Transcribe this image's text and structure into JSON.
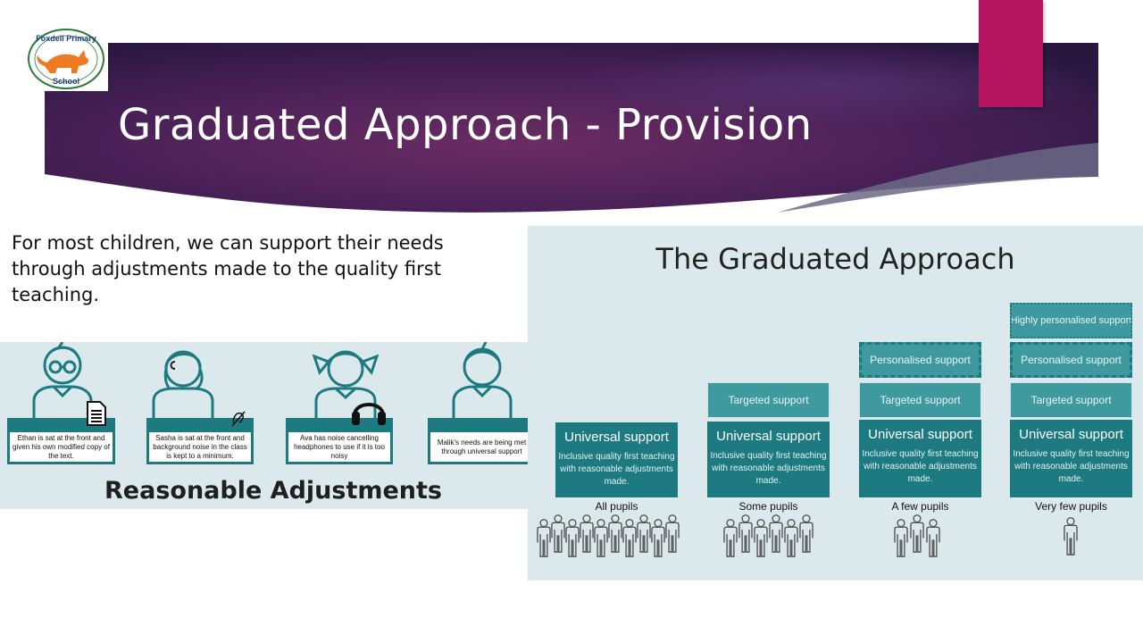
{
  "slide": {
    "title": "Graduated Approach - Provision",
    "accent_color": "#b5155f",
    "banner_color": "#3b1a4f"
  },
  "logo": {
    "text_top": "Foxdell Primary",
    "text_bottom": "School",
    "icon": "fox-icon"
  },
  "intro": {
    "text": "For most children, we can support their needs through adjustments made to the quality first teaching."
  },
  "reasonable_adjustments": {
    "title": "Reasonable Adjustments",
    "cards": [
      {
        "text": "Ethan is sat at the front and given his own modified copy of the text.",
        "icon": "document-icon"
      },
      {
        "text": "Sasha is sat at the front and background noise in the class is kept to a minimum.",
        "icon": "hearing-aid-icon"
      },
      {
        "text": "Ava has noise cancelling headphones to use if it is too noisy",
        "icon": "headphones-icon"
      },
      {
        "text": "Malik's needs are being met through universal support",
        "icon": ""
      }
    ]
  },
  "graduated_approach": {
    "title": "The Graduated Approach",
    "columns": [
      {
        "universal_title": "Universal support",
        "universal_desc": "Inclusive quality first teaching with reasonable adjustments made.",
        "targeted": "",
        "personalised": "",
        "highly_personalised": "",
        "pupils": "All pupils"
      },
      {
        "universal_title": "Universal support",
        "universal_desc": "Inclusive quality first teaching with reasonable adjustments made.",
        "targeted": "Targeted support",
        "personalised": "",
        "highly_personalised": "",
        "pupils": "Some pupils"
      },
      {
        "universal_title": "Universal support",
        "universal_desc": "Inclusive quality first teaching with reasonable adjustments made.",
        "targeted": "Targeted support",
        "personalised": "Personalised support",
        "highly_personalised": "",
        "pupils": "A few pupils"
      },
      {
        "universal_title": "Universal support",
        "universal_desc": "Inclusive quality first teaching with reasonable adjustments made.",
        "targeted": "Targeted support",
        "personalised": "Personalised support",
        "highly_personalised": "Highly personalised support",
        "pupils": "Very few pupils"
      }
    ],
    "teal_color": "#1c7a80"
  }
}
